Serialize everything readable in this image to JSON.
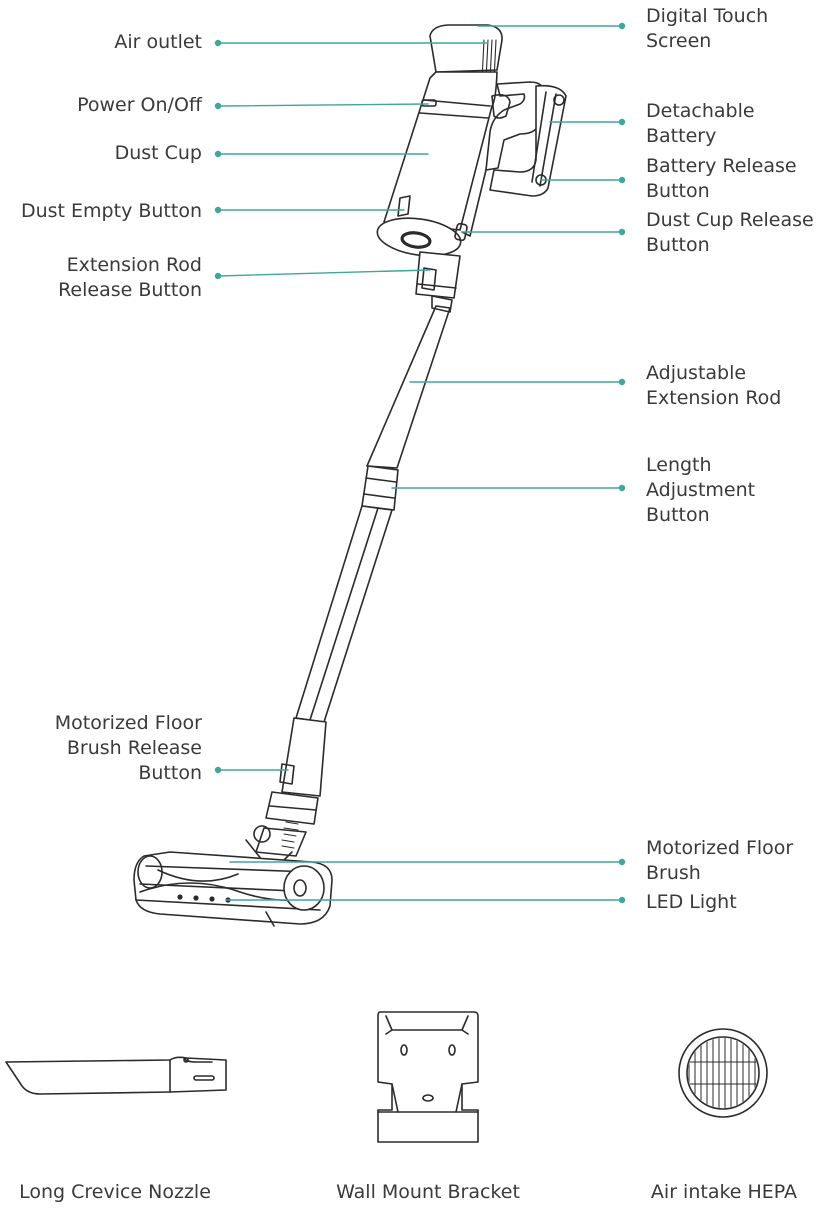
{
  "colors": {
    "leader": "#3ea69b",
    "outline": "#2b2b2b",
    "label": "#3a3a3a"
  },
  "labels_left": [
    {
      "name": "air-outlet-label",
      "lines": [
        "Air outlet"
      ]
    },
    {
      "name": "power-on-off-label",
      "lines": [
        "Power On/Off"
      ]
    },
    {
      "name": "dust-cup-label",
      "lines": [
        "Dust Cup"
      ]
    },
    {
      "name": "dust-empty-button-label",
      "lines": [
        "Dust Empty Button"
      ]
    },
    {
      "name": "extension-rod-release-button-label",
      "lines": [
        "Extension Rod",
        "Release Button"
      ]
    },
    {
      "name": "motorized-floor-brush-release-button-label",
      "lines": [
        "Motorized Floor",
        "Brush Release",
        "Button"
      ]
    }
  ],
  "labels_right": [
    {
      "name": "digital-touch-screen-label",
      "lines": [
        "Digital Touch",
        "Screen"
      ]
    },
    {
      "name": "detachable-battery-label",
      "lines": [
        "Detachable",
        "Battery"
      ]
    },
    {
      "name": "battery-release-button-label",
      "lines": [
        "Battery Release",
        "Button"
      ]
    },
    {
      "name": "dust-cup-release-button-label",
      "lines": [
        "Dust Cup Release",
        "Button"
      ]
    },
    {
      "name": "adjustable-extension-rod-label",
      "lines": [
        "Adjustable",
        "Extension Rod"
      ]
    },
    {
      "name": "length-adjustment-button-label",
      "lines": [
        "Length",
        "Adjustment",
        "Button"
      ]
    },
    {
      "name": "motorized-floor-brush-label",
      "lines": [
        "Motorized Floor",
        "Brush"
      ]
    },
    {
      "name": "led-light-label",
      "lines": [
        "LED Light"
      ]
    }
  ],
  "accessories": [
    {
      "name": "long-crevice-nozzle",
      "label": "Long Crevice Nozzle"
    },
    {
      "name": "wall-mount-bracket",
      "label": "Wall Mount Bracket"
    },
    {
      "name": "air-intake-hepa",
      "label": "Air intake HEPA"
    }
  ]
}
